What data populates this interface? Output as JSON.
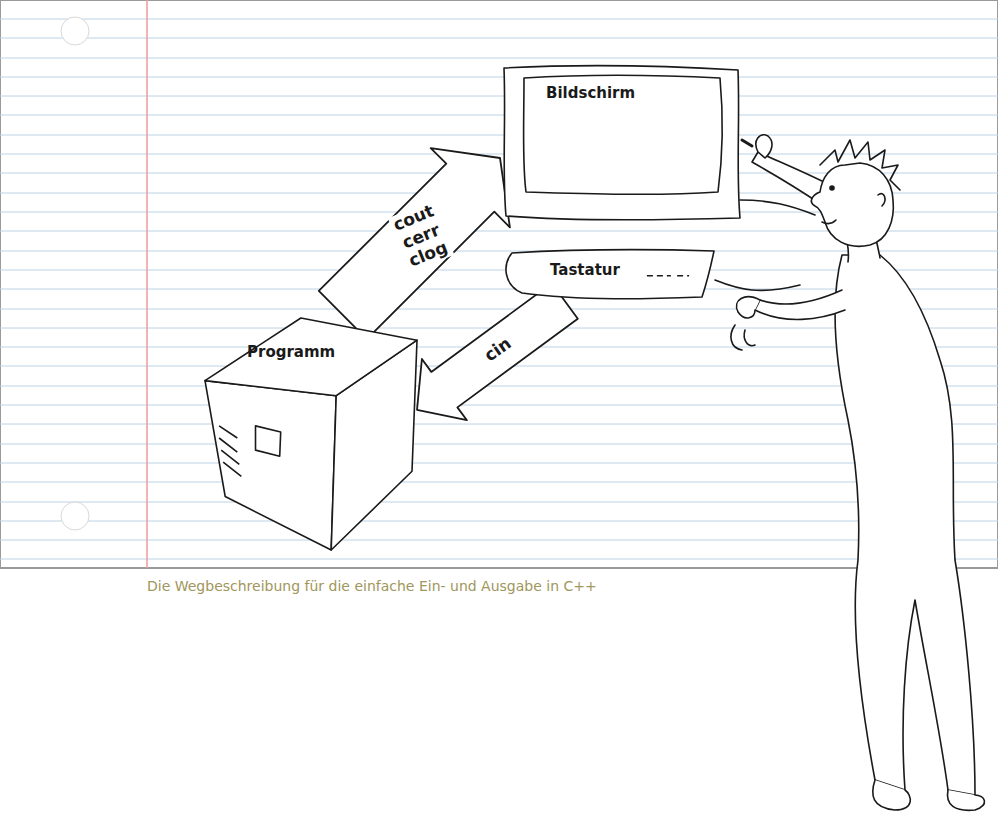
{
  "diagram": {
    "caption": "Die Wegbeschreibung für die einfache Ein- und Ausgabe in C++",
    "nodes": [
      {
        "text": [
          "Bildschirm"
        ]
      },
      {
        "text": [
          "Tastatur"
        ]
      },
      {
        "text": [
          "Programm"
        ]
      }
    ],
    "edges": [
      {
        "from": 2,
        "to": 0,
        "arrow": "to",
        "label": "cout cerr clog"
      },
      {
        "from": 1,
        "to": 2,
        "arrow": "to",
        "label": "cin"
      }
    ]
  }
}
